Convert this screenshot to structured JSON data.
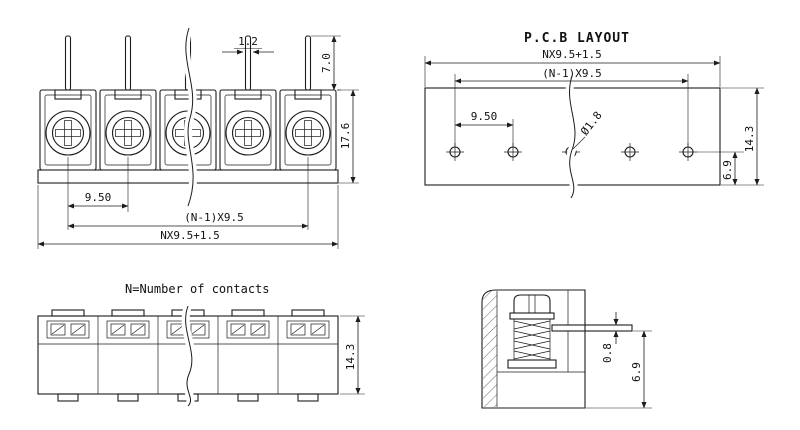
{
  "front_view": {
    "dim_pin_width": "1.2",
    "dim_pin_height": "7.0",
    "dim_body_height": "17.6",
    "dim_pitch": "9.50",
    "dim_span": "(N-1)X9.5",
    "dim_total": "NX9.5+1.5"
  },
  "pcb_layout": {
    "title": "P.C.B LAYOUT",
    "dim_total": "NX9.5+1.5",
    "dim_span": "(N-1)X9.5",
    "dim_pitch": "9.50",
    "dim_hole_dia": "Ø1.8",
    "dim_edge_offset": "6.9",
    "dim_board_height": "14.3"
  },
  "top_view": {
    "note": "N=Number of contacts",
    "dim_depth": "14.3"
  },
  "section_view": {
    "dim_pin_thickness": "0.8",
    "dim_pin_offset": "6.9"
  },
  "colors": {
    "ink": "#1c1c1c",
    "background": "#ffffff"
  }
}
